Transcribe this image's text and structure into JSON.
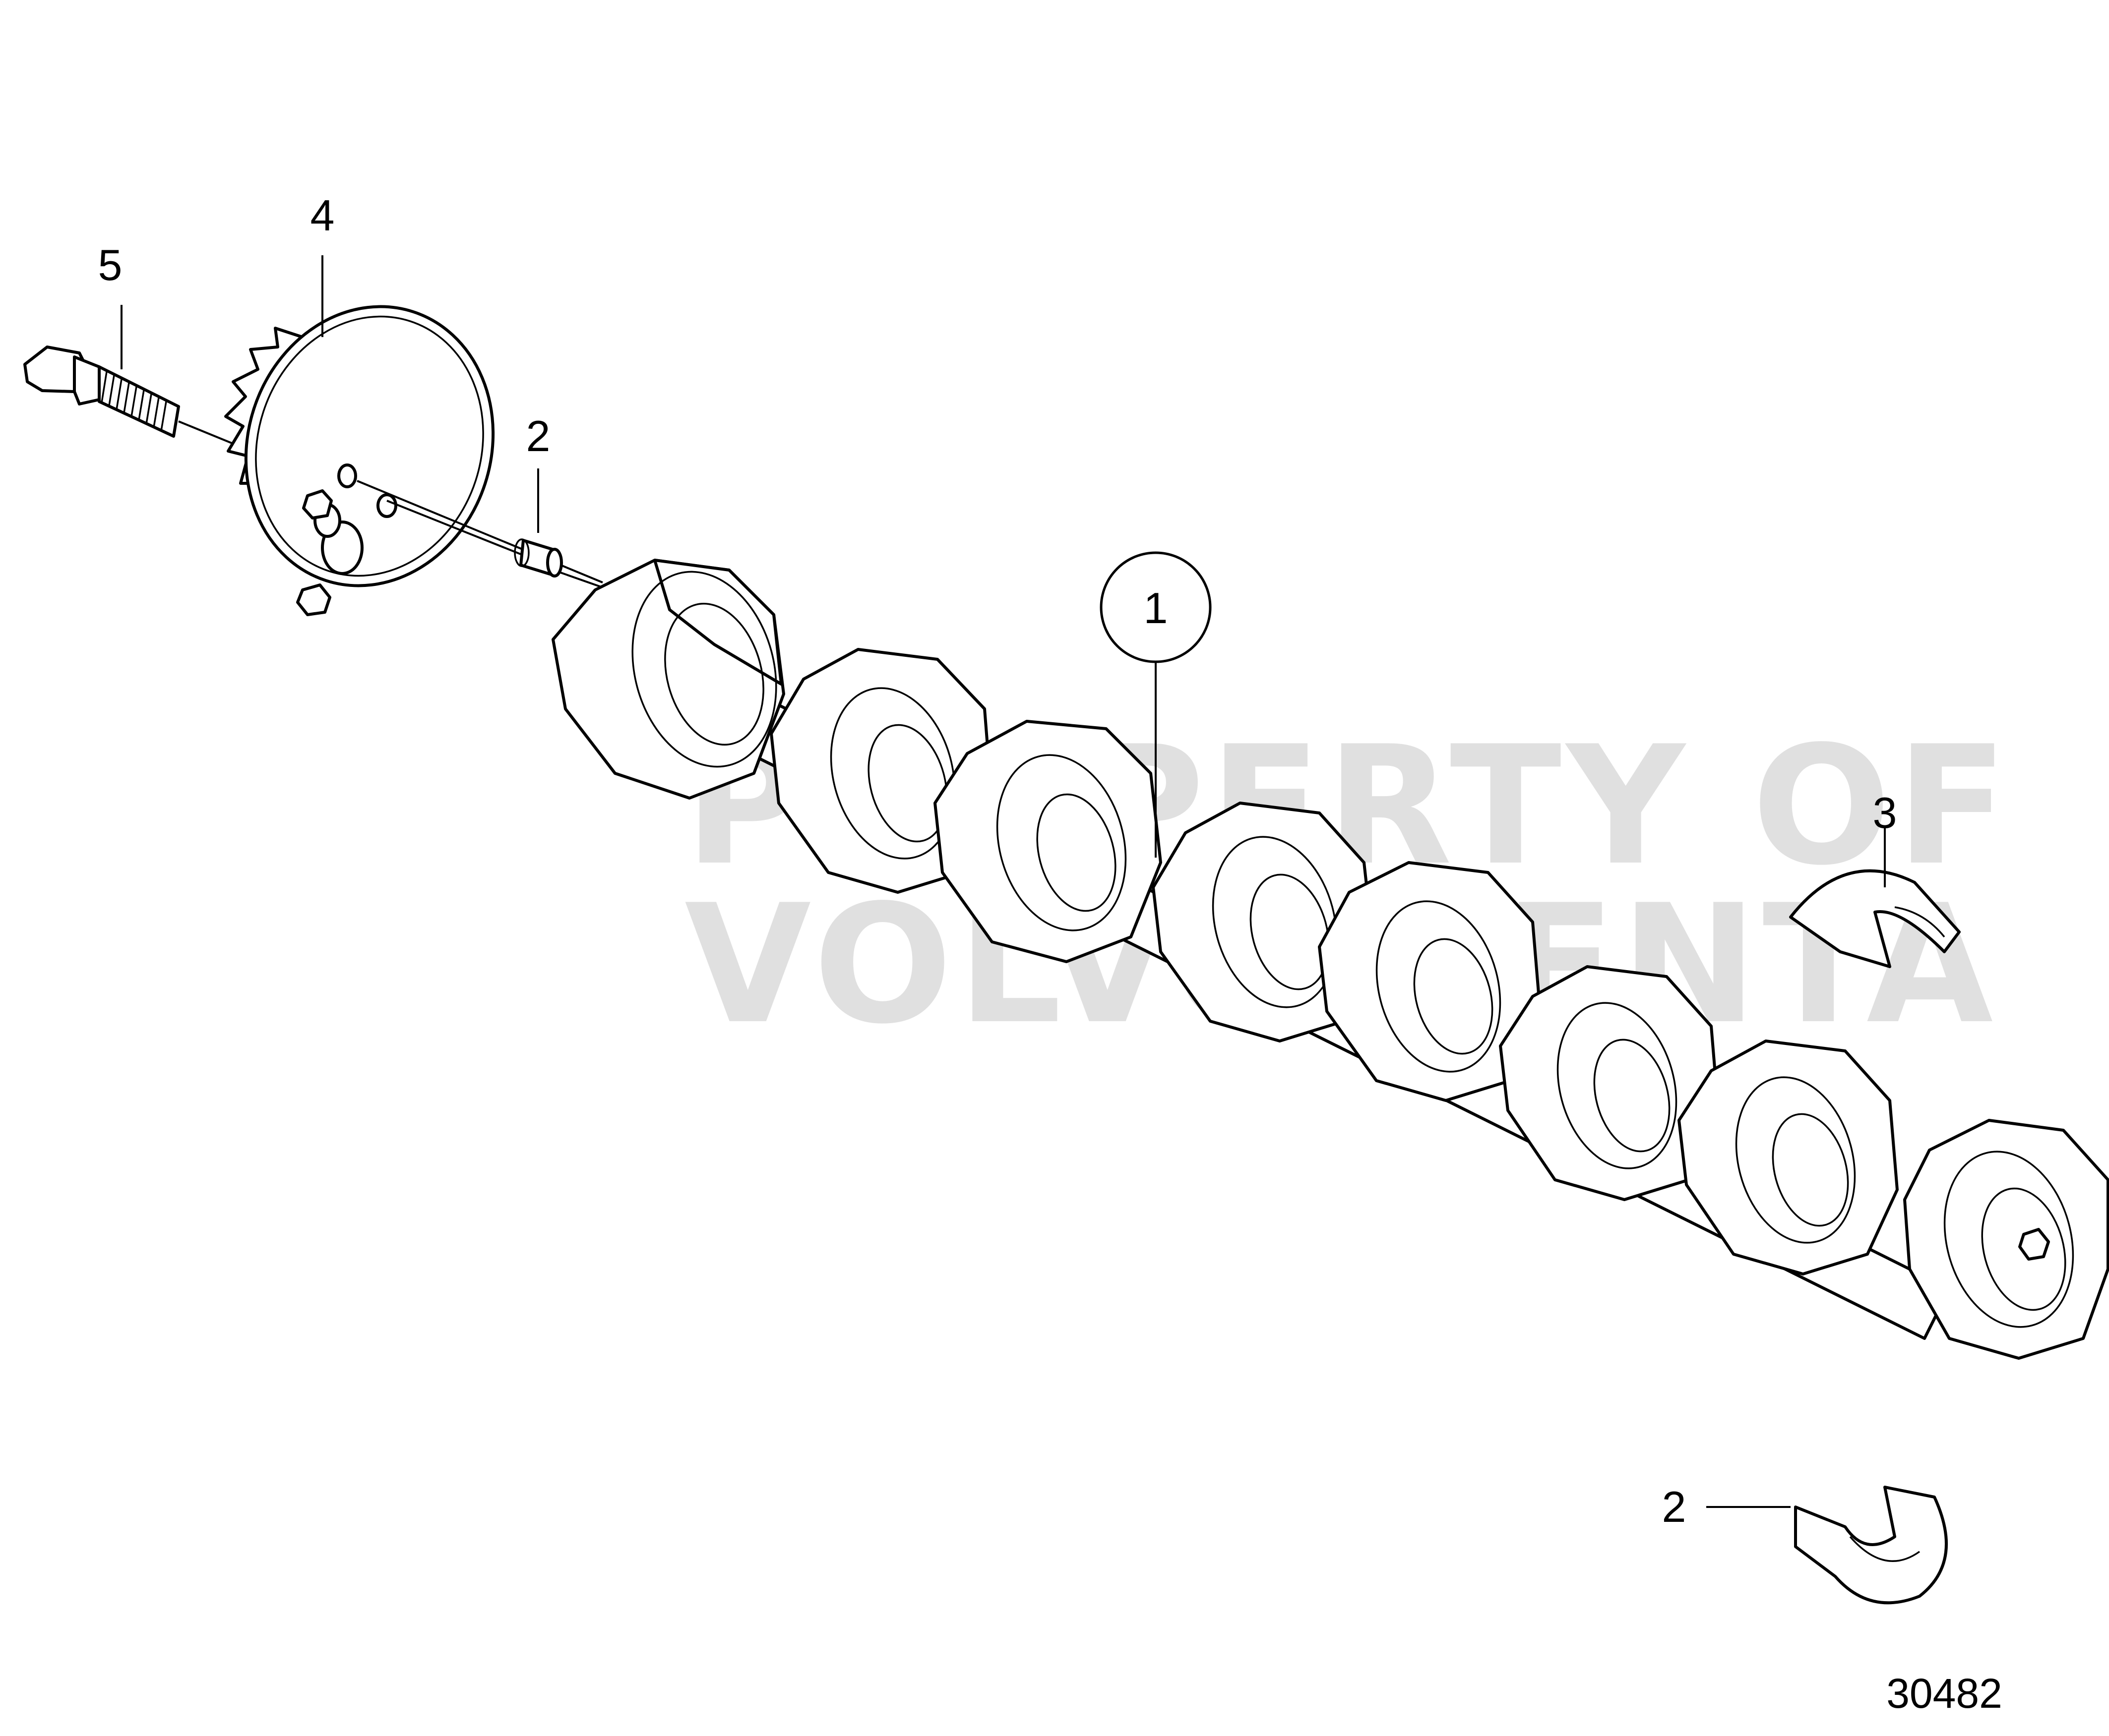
{
  "watermark": {
    "line1": "PROPERTY OF",
    "line2": "VOLVO PENTA"
  },
  "callouts": [
    {
      "id": "callout-1",
      "label": "1",
      "encircled": true
    },
    {
      "id": "callout-2-upper",
      "label": "2",
      "encircled": false
    },
    {
      "id": "callout-2-lower",
      "label": "2",
      "encircled": false
    },
    {
      "id": "callout-3",
      "label": "3",
      "encircled": false
    },
    {
      "id": "callout-4",
      "label": "4",
      "encircled": false
    },
    {
      "id": "callout-5",
      "label": "5",
      "encircled": false
    }
  ],
  "figure_number": "30482"
}
